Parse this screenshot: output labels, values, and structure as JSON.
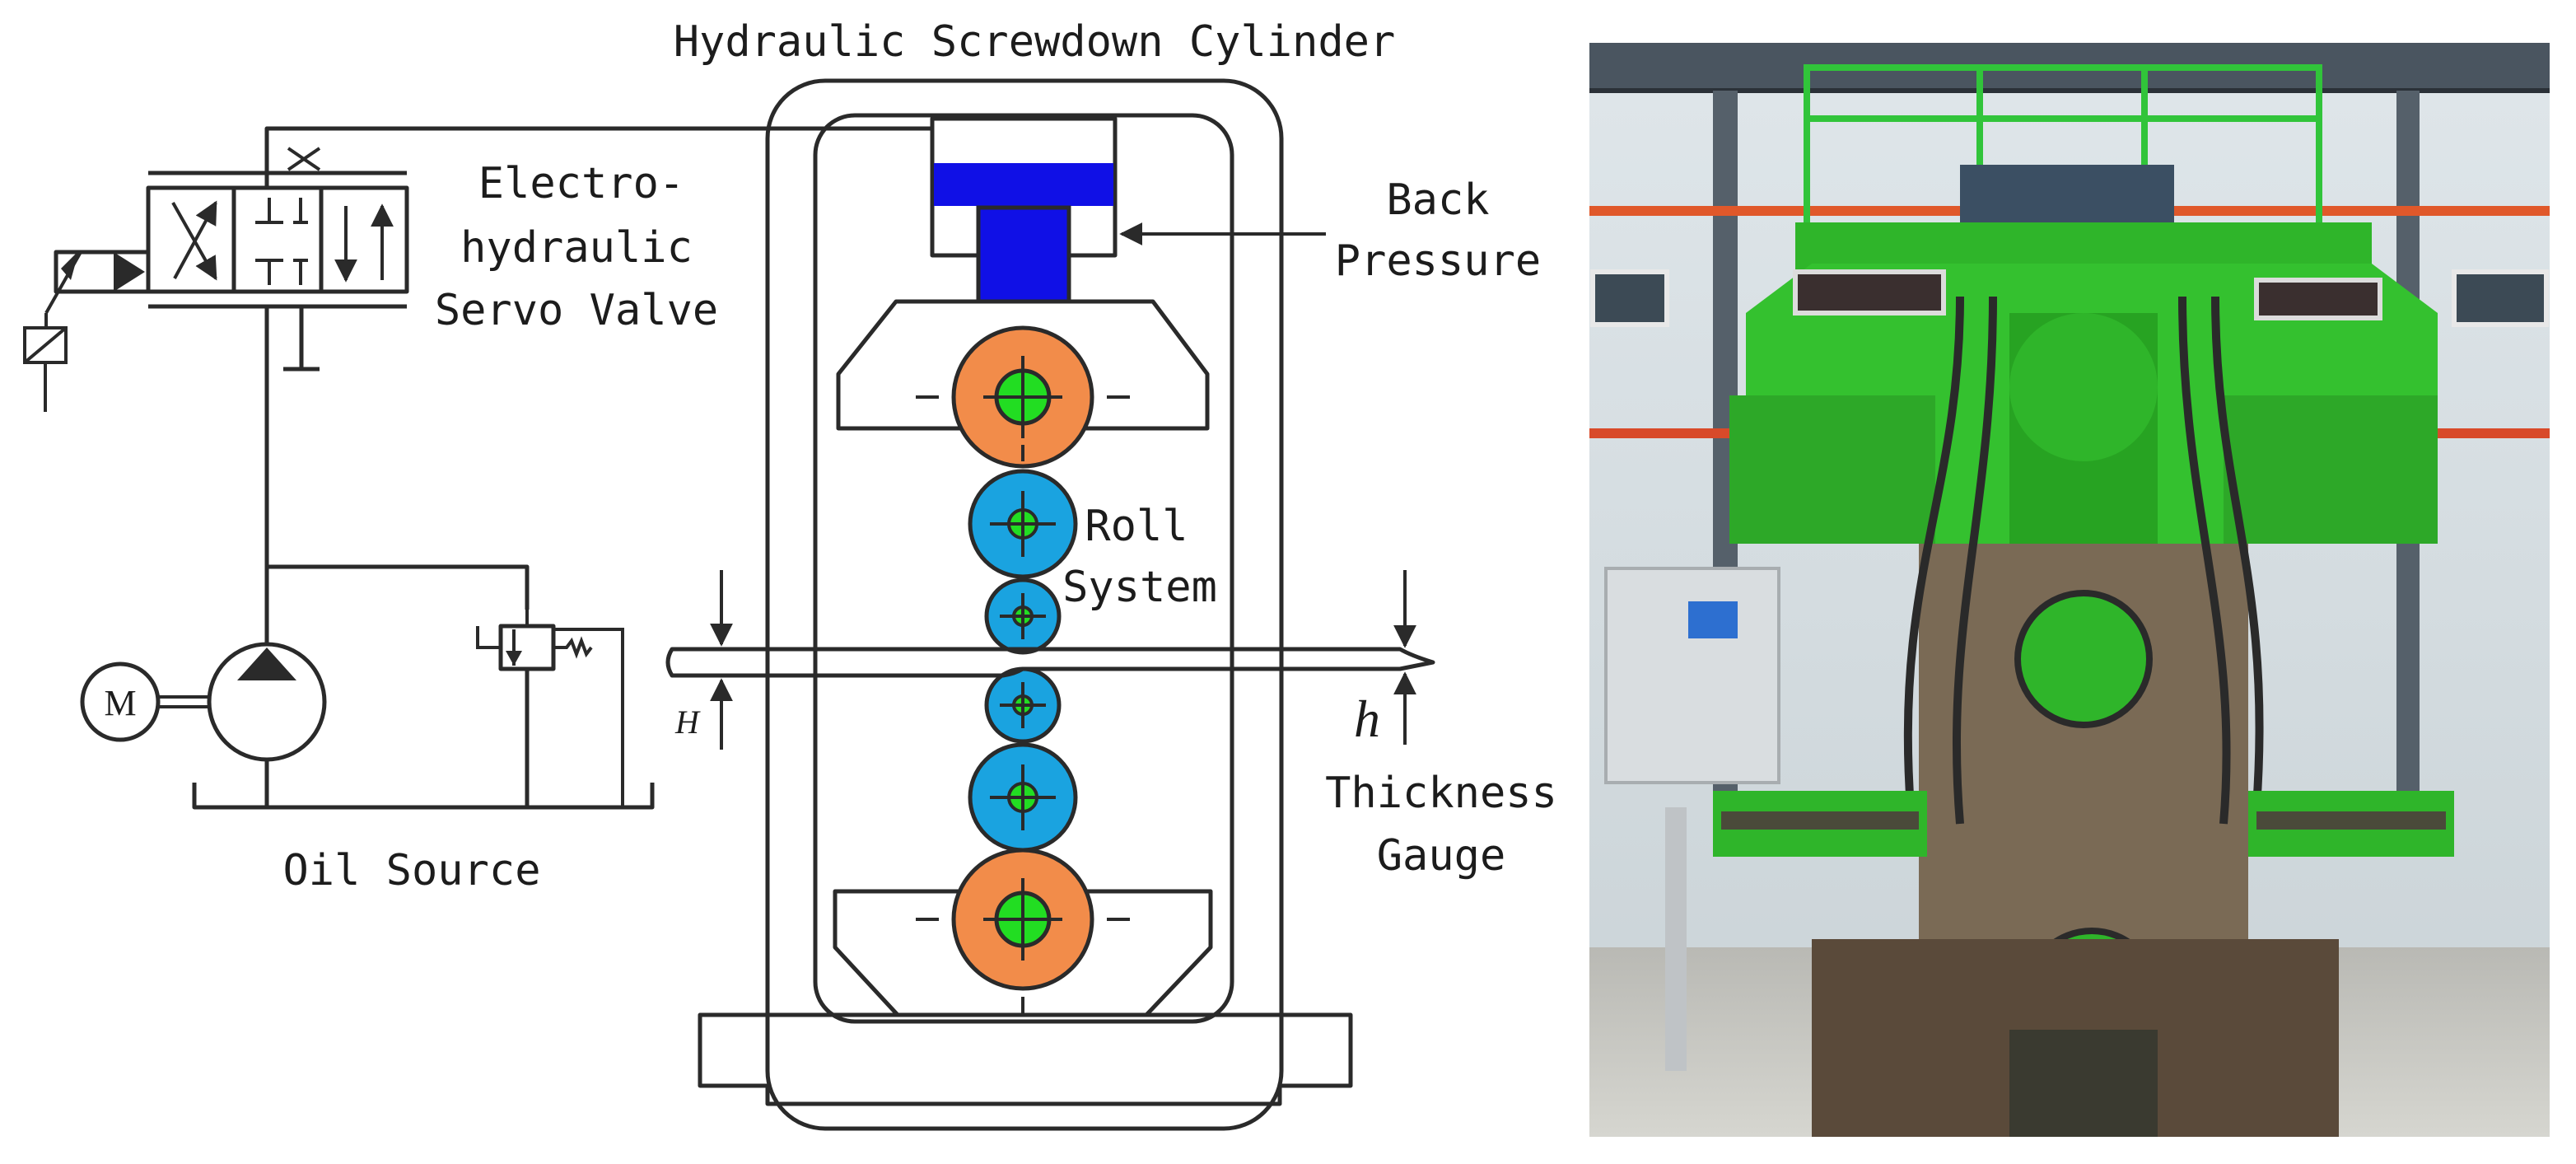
{
  "labels": {
    "cylinder_title": "Hydraulic Screwdown Cylinder",
    "servo_valve_line1": "Electro-",
    "servo_valve_line2": "hydraulic",
    "servo_valve_line3": "Servo Valve",
    "back_pressure_line1": "Back",
    "back_pressure_line2": "Pressure",
    "roll_system_line1": "Roll",
    "roll_system_line2": "System",
    "entry_thickness_symbol": "H",
    "exit_thickness_symbol": "h",
    "thickness_gauge_line1": "Thickness",
    "thickness_gauge_line2": "Gauge",
    "oil_source": "Oil Source",
    "motor_symbol": "M"
  },
  "colors": {
    "cylinder_blue": "#1010e6",
    "backup_roll_orange": "#f28c4a",
    "work_roll_blue": "#1aa3e0",
    "roll_center_green": "#22dd22",
    "line": "#2a2a2a",
    "mill_green": "#2fb52a"
  },
  "photo": {
    "description_icon": "rolling-mill-photo"
  }
}
